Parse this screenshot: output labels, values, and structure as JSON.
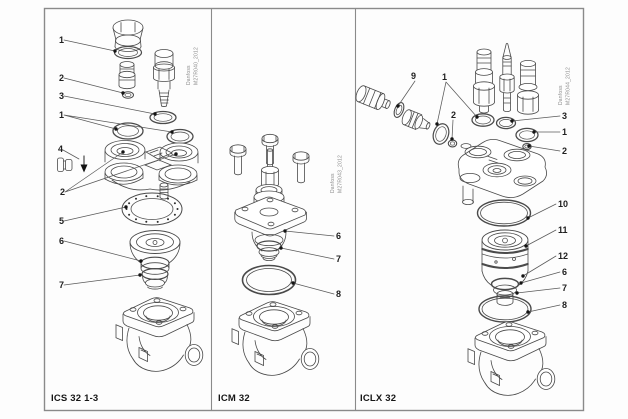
{
  "panels": [
    {
      "caption": "ICS 32 1-3",
      "watermark": {
        "brand": "Danfoss",
        "ref": "M27R040_2012"
      },
      "callouts": [
        "1",
        "2",
        "3",
        "1",
        "4",
        "2",
        "5",
        "6",
        "7"
      ]
    },
    {
      "caption": "ICM 32",
      "watermark": {
        "brand": "Danfoss",
        "ref": "M27R043_2012"
      },
      "callouts": [
        "6",
        "7",
        "8"
      ]
    },
    {
      "caption": "ICLX 32",
      "watermark": {
        "brand": "Danfoss",
        "ref": "M27R044_2012"
      },
      "callouts": [
        "9",
        "1",
        "2",
        "3",
        "1",
        "2",
        "10",
        "11",
        "12",
        "6",
        "7",
        "8"
      ]
    }
  ]
}
